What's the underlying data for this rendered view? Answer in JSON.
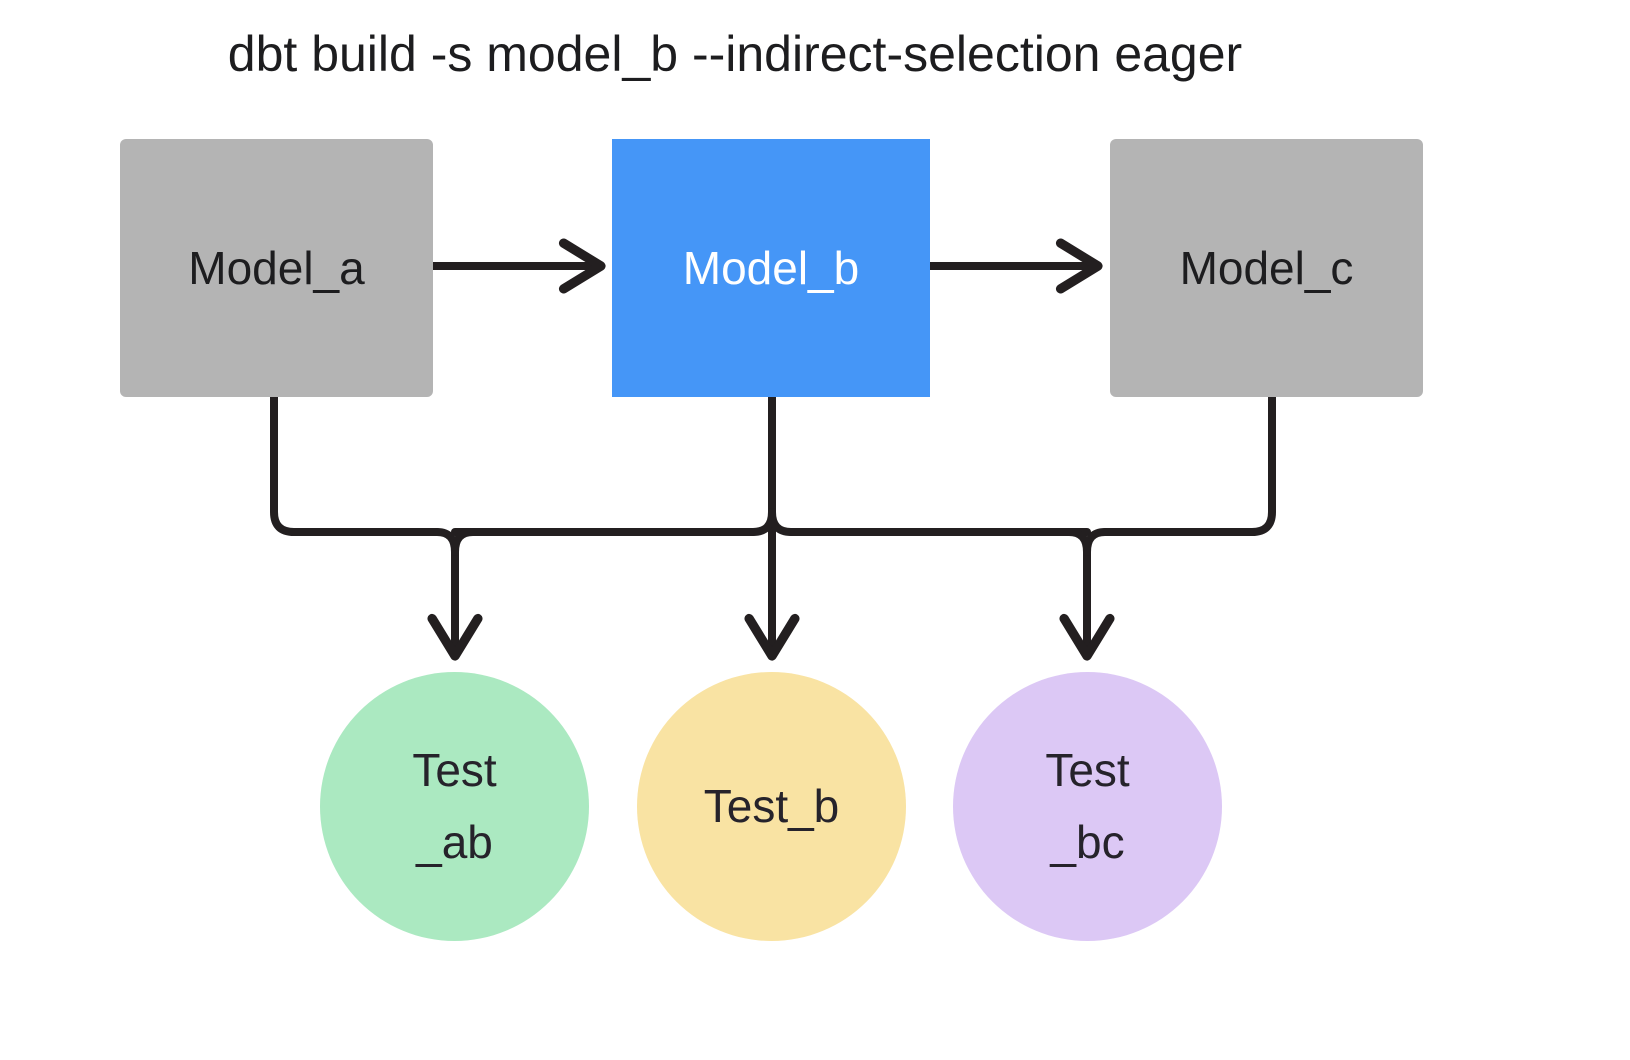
{
  "title": "dbt build -s model_b --indirect-selection eager",
  "colors": {
    "background": "#ffffff",
    "model_gray": "#b4b4b4",
    "model_selected_blue": "#4596f7",
    "test_ab_green": "#abe9c1",
    "test_b_yellow": "#f9e3a3",
    "test_bc_purple": "#dcc8f5",
    "edge": "#231f20",
    "text_dark": "#1d1d1f",
    "text_light": "#ffffff"
  },
  "models": [
    {
      "id": "model_a",
      "label": "Model_a",
      "selected": false
    },
    {
      "id": "model_b",
      "label": "Model_b",
      "selected": true
    },
    {
      "id": "model_c",
      "label": "Model_c",
      "selected": false
    }
  ],
  "tests": [
    {
      "id": "test_ab",
      "line1": "Test",
      "line2": "_ab"
    },
    {
      "id": "test_b",
      "line1": "Test_b",
      "line2": ""
    },
    {
      "id": "test_bc",
      "line1": "Test",
      "line2": "_bc"
    }
  ],
  "edges": [
    {
      "from": "model_a",
      "to": "model_b",
      "kind": "horizontal-arrow"
    },
    {
      "from": "model_b",
      "to": "model_c",
      "kind": "horizontal-arrow"
    },
    {
      "from": "model_a",
      "to": "test_ab",
      "kind": "bus-arrow"
    },
    {
      "from": "model_b",
      "to": "test_ab",
      "kind": "bus-arrow"
    },
    {
      "from": "model_b",
      "to": "test_b",
      "kind": "vertical-arrow"
    },
    {
      "from": "model_b",
      "to": "test_bc",
      "kind": "bus-arrow"
    },
    {
      "from": "model_c",
      "to": "test_bc",
      "kind": "bus-arrow"
    }
  ]
}
